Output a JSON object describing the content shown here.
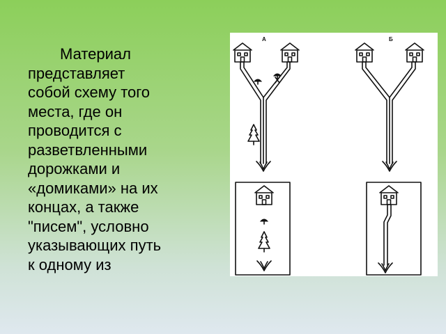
{
  "text": {
    "lines": [
      "Материал",
      "представляет",
      "собой схему того",
      "места, где он",
      "проводится с",
      "разветвленными",
      "дорожками и",
      "«домиками» на их",
      "концах, а также",
      "\"писем\", условно",
      "указывающих путь",
      "к одному из"
    ]
  },
  "figure": {
    "label_a": "А",
    "label_b": "Б",
    "icons": [
      "house-icon",
      "tree-icon",
      "mushroom-icon",
      "arrow-icon"
    ]
  }
}
